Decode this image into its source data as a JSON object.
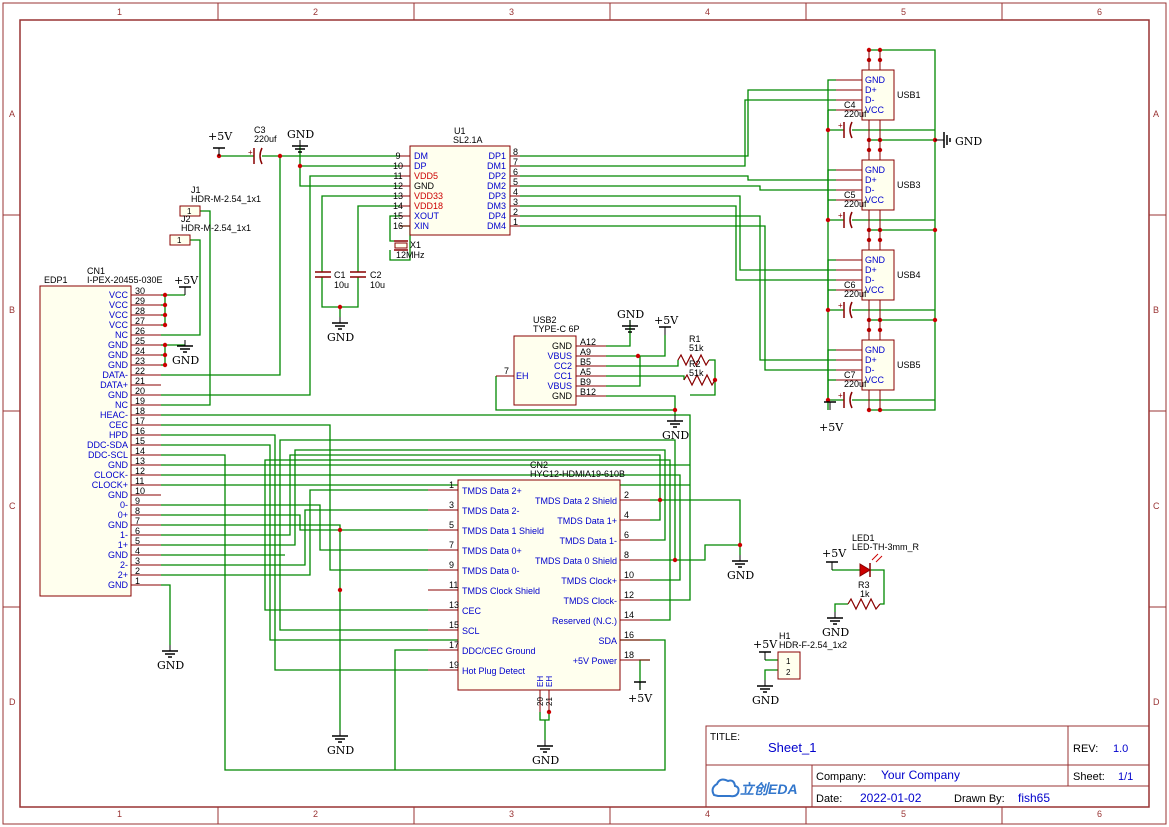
{
  "frame": {
    "col_labels": [
      "1",
      "2",
      "3",
      "4",
      "5",
      "6"
    ],
    "row_labels": [
      "A",
      "B",
      "C",
      "D"
    ]
  },
  "colors": {
    "border": "#993333",
    "wire": "#008800",
    "part": "#880000",
    "pin_name": "#0000cc",
    "power_pin": "#cc0000",
    "text": "#000000",
    "title_text": "#0000cc"
  },
  "title_block": {
    "title_label": "TITLE:",
    "title": "Sheet_1",
    "rev_label": "REV:",
    "rev": "1.0",
    "company_label": "Company:",
    "company": "Your Company",
    "sheet_label": "Sheet:",
    "sheet": "1/1",
    "date_label": "Date:",
    "date": "2022-01-02",
    "drawn_label": "Drawn By:",
    "drawn_by": "fish65",
    "logo_text": "立创EDA"
  },
  "power": {
    "gnd": "GND",
    "vcc": "+5V"
  },
  "u1": {
    "ref": "U1",
    "value": "SL2.1A",
    "left_pins": [
      {
        "num": "9",
        "name": "DM",
        "power": false
      },
      {
        "num": "10",
        "name": "DP",
        "power": false
      },
      {
        "num": "11",
        "name": "VDD5",
        "power": true
      },
      {
        "num": "12",
        "name": "GND",
        "power": false
      },
      {
        "num": "13",
        "name": "VDD33",
        "power": true
      },
      {
        "num": "14",
        "name": "VDD18",
        "power": true
      },
      {
        "num": "15",
        "name": "XOUT",
        "power": false
      },
      {
        "num": "16",
        "name": "XIN",
        "power": false
      }
    ],
    "right_pins": [
      {
        "num": "8",
        "name": "DP1"
      },
      {
        "num": "7",
        "name": "DM1"
      },
      {
        "num": "6",
        "name": "DP2"
      },
      {
        "num": "5",
        "name": "DM2"
      },
      {
        "num": "4",
        "name": "DP3"
      },
      {
        "num": "3",
        "name": "DM3"
      },
      {
        "num": "2",
        "name": "DP4"
      },
      {
        "num": "1",
        "name": "DM4"
      }
    ]
  },
  "caps": {
    "c3": {
      "ref": "C3",
      "value": "220uf"
    },
    "c1": {
      "ref": "C1",
      "value": "10u"
    },
    "c2": {
      "ref": "C2",
      "value": "10u"
    },
    "c4": {
      "ref": "C4",
      "value": "220uf"
    },
    "c5": {
      "ref": "C5",
      "value": "220uf"
    },
    "c6": {
      "ref": "C6",
      "value": "220uf"
    },
    "c7": {
      "ref": "C7",
      "value": "220uf"
    }
  },
  "x1": {
    "ref": "X1",
    "value": "12MHz"
  },
  "j1": {
    "ref": "J1",
    "value": "HDR-M-2.54_1x1",
    "pin": "1"
  },
  "j2": {
    "ref": "J2",
    "value": "HDR-M-2.54_1x1",
    "pin": "1"
  },
  "usb_ports": [
    {
      "ref": "USB1",
      "pins": [
        "GND",
        "D+",
        "D-",
        "VCC"
      ]
    },
    {
      "ref": "USB3",
      "pins": [
        "GND",
        "D+",
        "D-",
        "VCC"
      ]
    },
    {
      "ref": "USB4",
      "pins": [
        "GND",
        "D+",
        "D-",
        "VCC"
      ]
    },
    {
      "ref": "USB5",
      "pins": [
        "GND",
        "D+",
        "D-",
        "VCC"
      ]
    }
  ],
  "cn1": {
    "ref": "CN1",
    "value": "I-PEX-20455-030E",
    "name": "EDP1",
    "pins": [
      {
        "num": "30",
        "name": "VCC"
      },
      {
        "num": "29",
        "name": "VCC"
      },
      {
        "num": "28",
        "name": "VCC"
      },
      {
        "num": "27",
        "name": "VCC"
      },
      {
        "num": "26",
        "name": "NC"
      },
      {
        "num": "25",
        "name": "GND"
      },
      {
        "num": "24",
        "name": "GND"
      },
      {
        "num": "23",
        "name": "GND"
      },
      {
        "num": "22",
        "name": "DATA-"
      },
      {
        "num": "21",
        "name": "DATA+"
      },
      {
        "num": "20",
        "name": "GND"
      },
      {
        "num": "19",
        "name": "NC"
      },
      {
        "num": "18",
        "name": "HEAC-"
      },
      {
        "num": "17",
        "name": "CEC"
      },
      {
        "num": "16",
        "name": "HPD"
      },
      {
        "num": "15",
        "name": "DDC-SDA"
      },
      {
        "num": "14",
        "name": "DDC-SCL"
      },
      {
        "num": "13",
        "name": "GND"
      },
      {
        "num": "12",
        "name": "CLOCK-"
      },
      {
        "num": "11",
        "name": "CLOCK+"
      },
      {
        "num": "10",
        "name": "GND"
      },
      {
        "num": "9",
        "name": "0-"
      },
      {
        "num": "8",
        "name": "0+"
      },
      {
        "num": "7",
        "name": "GND"
      },
      {
        "num": "6",
        "name": "1-"
      },
      {
        "num": "5",
        "name": "1+"
      },
      {
        "num": "4",
        "name": "GND"
      },
      {
        "num": "3",
        "name": "2-"
      },
      {
        "num": "2",
        "name": "2+"
      },
      {
        "num": "1",
        "name": "GND"
      }
    ]
  },
  "usb2": {
    "ref": "USB2",
    "value": "TYPE-C 6P",
    "eh_num": "7",
    "eh_name": "EH",
    "pins": [
      {
        "num": "A12",
        "name": "GND"
      },
      {
        "num": "A9",
        "name": "VBUS"
      },
      {
        "num": "B5",
        "name": "CC2"
      },
      {
        "num": "A5",
        "name": "CC1"
      },
      {
        "num": "B9",
        "name": "VBUS"
      },
      {
        "num": "B12",
        "name": "GND"
      }
    ]
  },
  "r1": {
    "ref": "R1",
    "value": "51k"
  },
  "r2": {
    "ref": "R2",
    "value": "51k"
  },
  "r3": {
    "ref": "R3",
    "value": "1k"
  },
  "led1": {
    "ref": "LED1",
    "value": "LED-TH-3mm_R"
  },
  "h1": {
    "ref": "H1",
    "value": "HDR-F-2.54_1x2",
    "pins": [
      "1",
      "2"
    ]
  },
  "cn2": {
    "ref": "CN2",
    "value": "HYC12-HDMIA19-610B",
    "left_pins": [
      {
        "num": "1",
        "name": "TMDS Data 2+"
      },
      {
        "num": "3",
        "name": "TMDS Data 2-"
      },
      {
        "num": "5",
        "name": "TMDS Data 1 Shield"
      },
      {
        "num": "7",
        "name": "TMDS Data 0+"
      },
      {
        "num": "9",
        "name": "TMDS Data 0-"
      },
      {
        "num": "11",
        "name": "TMDS Clock Shield"
      },
      {
        "num": "13",
        "name": "CEC"
      },
      {
        "num": "15",
        "name": "SCL"
      },
      {
        "num": "17",
        "name": "DDC/CEC Ground"
      },
      {
        "num": "19",
        "name": "Hot Plug Detect"
      }
    ],
    "right_pins": [
      {
        "num": "2",
        "name": "TMDS Data 2 Shield"
      },
      {
        "num": "4",
        "name": "TMDS Data 1+"
      },
      {
        "num": "6",
        "name": "TMDS Data 1-"
      },
      {
        "num": "8",
        "name": "TMDS Data 0 Shield"
      },
      {
        "num": "10",
        "name": "TMDS Clock+"
      },
      {
        "num": "12",
        "name": "TMDS Clock-"
      },
      {
        "num": "14",
        "name": "Reserved (N.C.)"
      },
      {
        "num": "16",
        "name": "SDA"
      },
      {
        "num": "18",
        "name": "+5V Power"
      }
    ],
    "bottom_pins": [
      {
        "num": "20",
        "name": "EH"
      },
      {
        "num": "21",
        "name": "EH"
      }
    ]
  }
}
